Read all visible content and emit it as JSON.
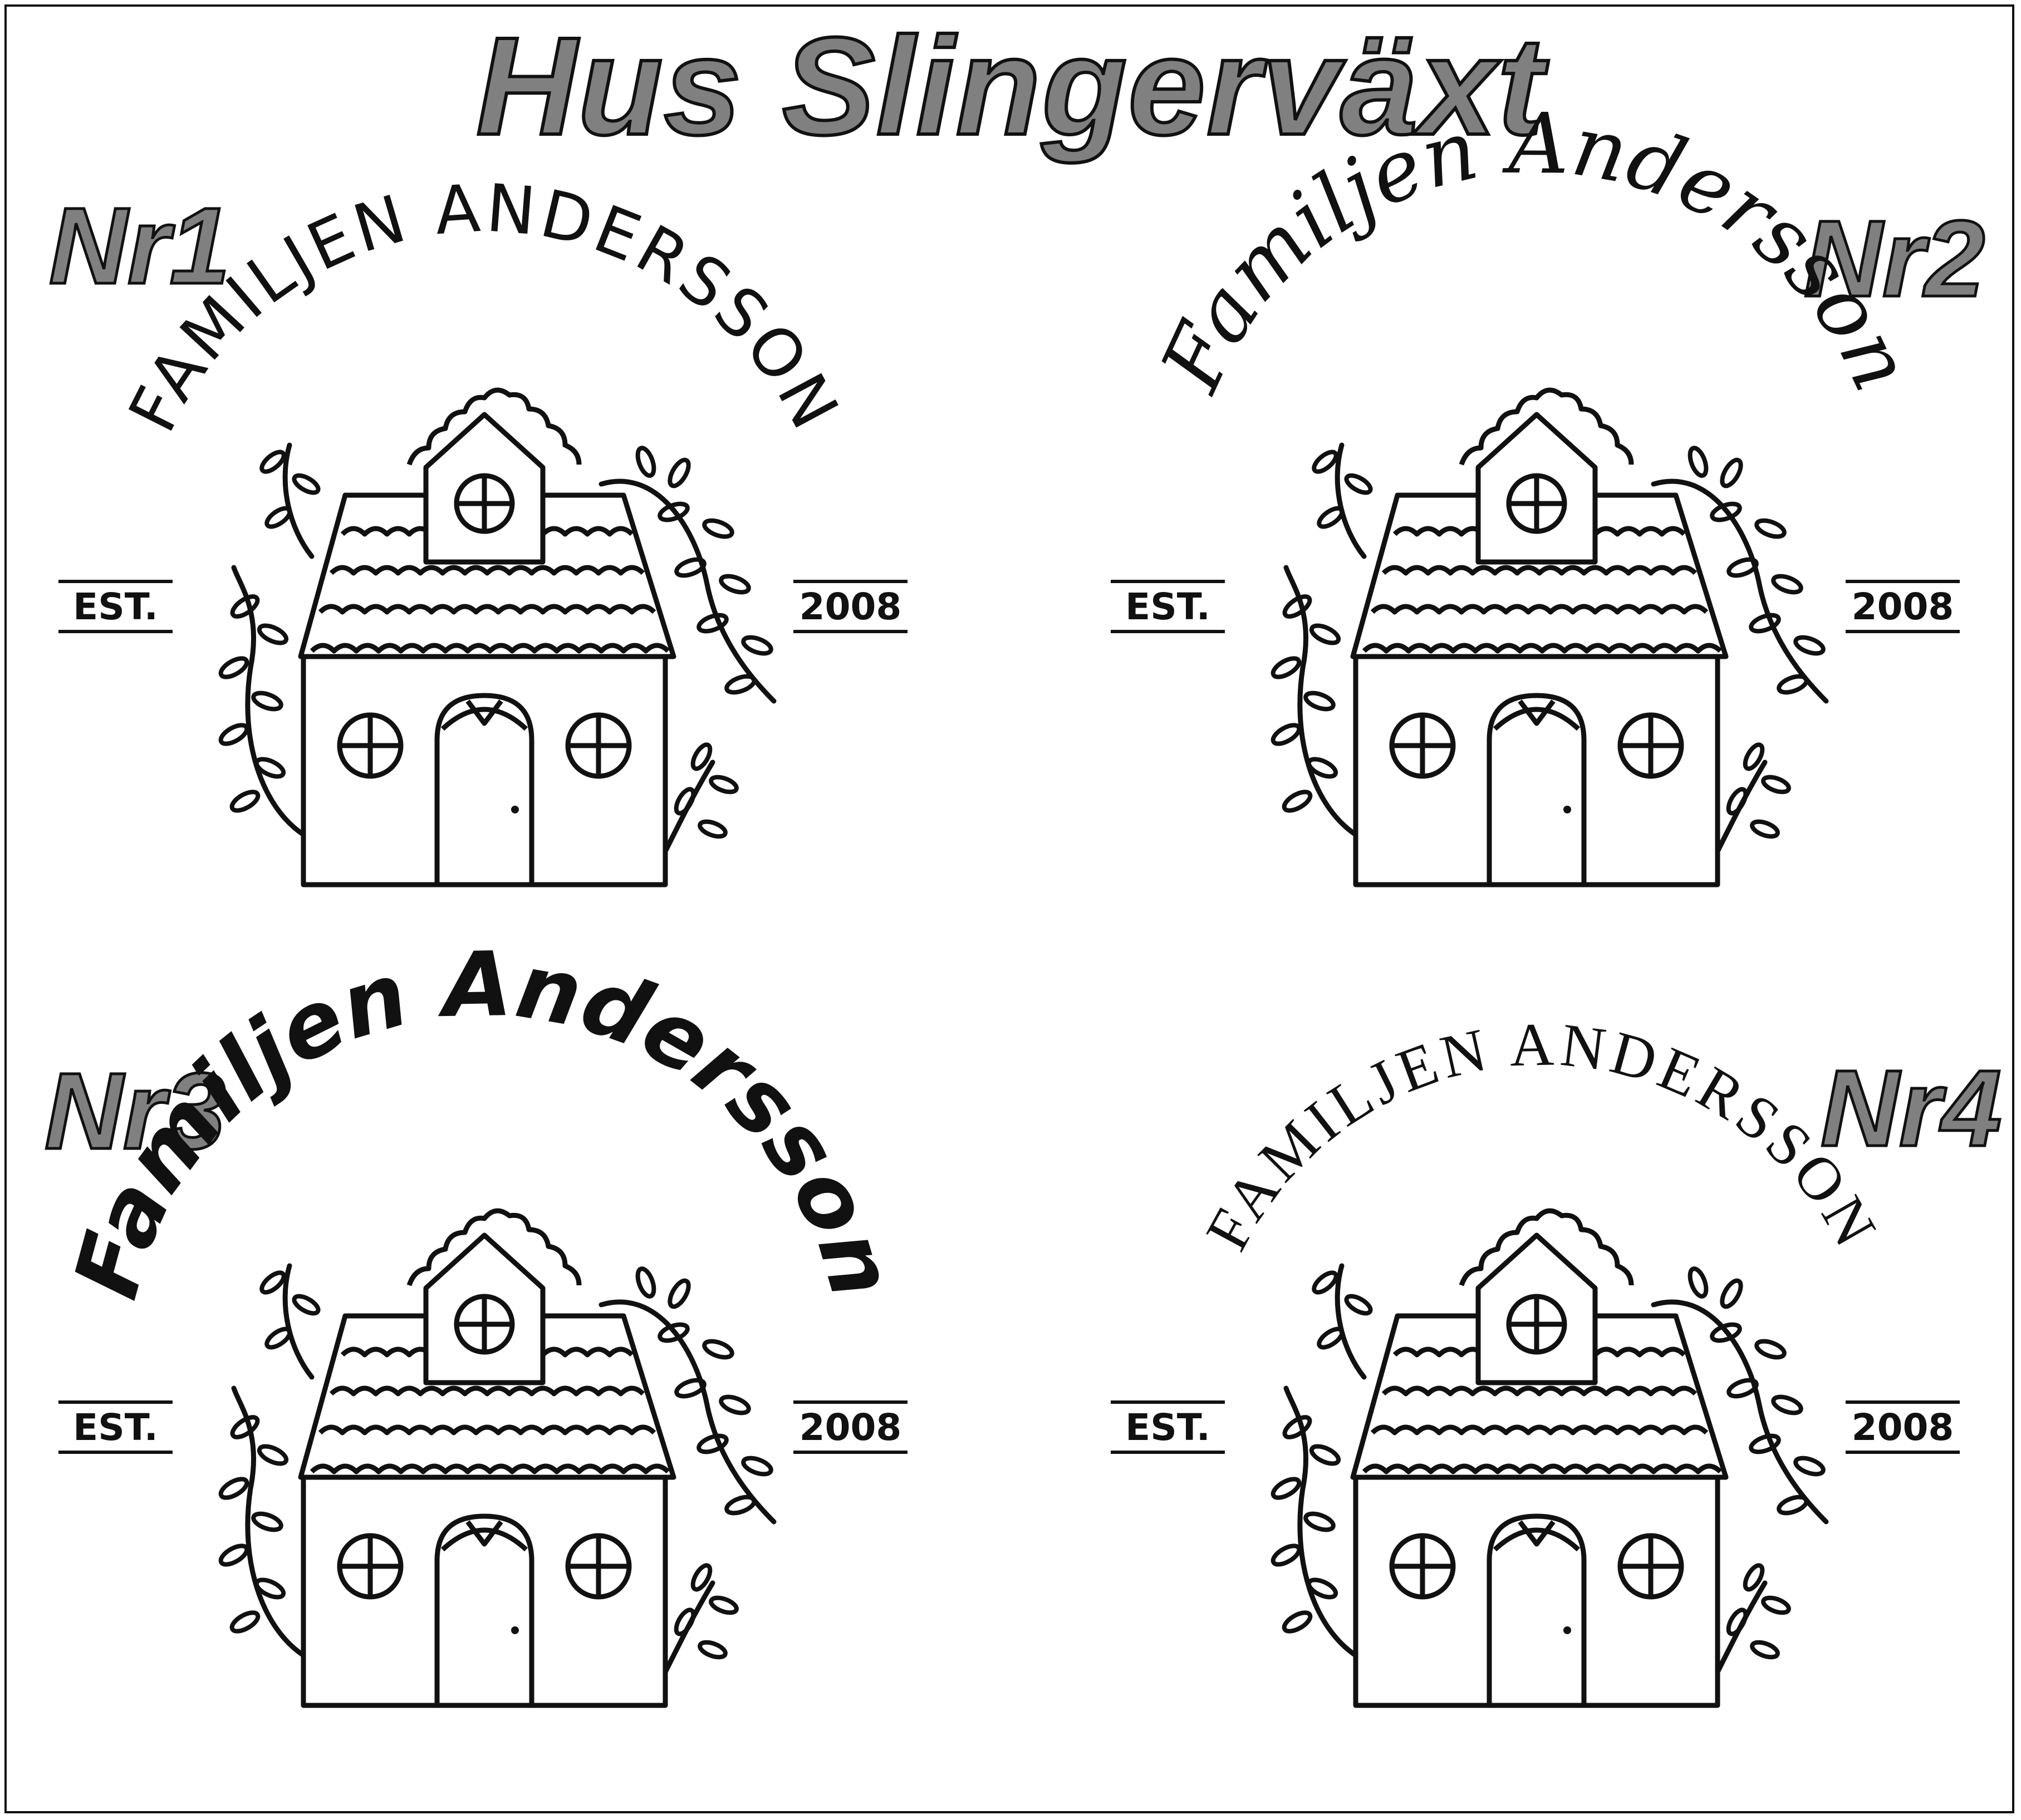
{
  "title": "Hus Slingerväxt",
  "designs": [
    {
      "number": "Nr1",
      "family_name": "Familjen Andersson",
      "est": "EST.",
      "year": "2008",
      "style": "sans-caps"
    },
    {
      "number": "Nr2",
      "family_name": "Familjen Andersson",
      "est": "EST.",
      "year": "2008",
      "style": "script"
    },
    {
      "number": "Nr3",
      "family_name": "Familjen Andersson",
      "est": "EST.",
      "year": "2008",
      "style": "handwritten"
    },
    {
      "number": "Nr4",
      "family_name": "Familjen Andersson",
      "est": "EST.",
      "year": "2008",
      "style": "serif-caps"
    }
  ],
  "colors": {
    "label_fill": "#808080",
    "ink": "#111111",
    "background": "#ffffff"
  },
  "icons": [
    "house-illustration",
    "vine-icon",
    "window-icon",
    "door-icon"
  ]
}
